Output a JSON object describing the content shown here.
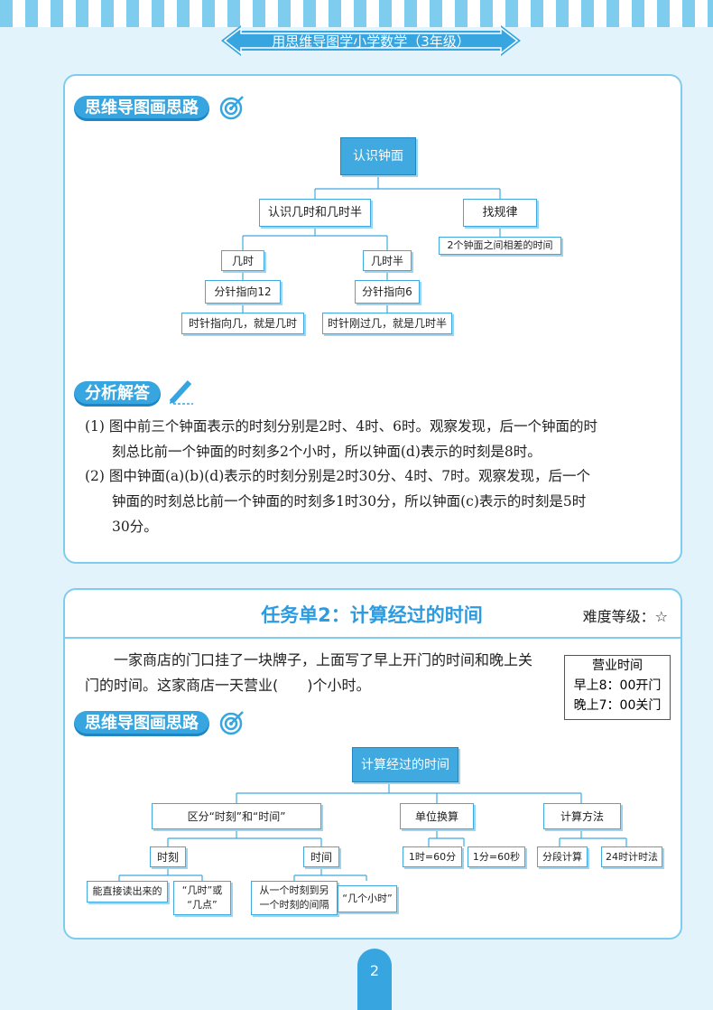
{
  "header": {
    "title": "用思维导图学小学数学（3年级）"
  },
  "section1": {
    "mindmap_heading": "思维导图画思路",
    "tree": {
      "root": "认识钟面",
      "branch1": "认识几时和几时半",
      "branch2": "找规律",
      "branch2_child": "2个钟面之间相差的时间",
      "sub1": "几时",
      "sub1_child": "分针指向12",
      "sub1_leaf": "时针指向几，就是几时",
      "sub2": "几时半",
      "sub2_child": "分针指向6",
      "sub2_leaf": "时针刚过几，就是几时半"
    },
    "analysis_heading": "分析解答",
    "answer1_line1": "(1) 图中前三个钟面表示的时刻分别是2时、4时、6时。观察发现，后一个钟面的时",
    "answer1_line2": "刻总比前一个钟面的时刻多2个小时，所以钟面(d)表示的时刻是8时。",
    "answer2_line1": "(2) 图中钟面(a)(b)(d)表示的时刻分别是2时30分、4时、7时。观察发现，后一个",
    "answer2_line2": "钟面的时刻总比前一个钟面的时刻多1时30分，所以钟面(c)表示的时刻是5时",
    "answer2_line3": "30分。"
  },
  "section2": {
    "task_title": "任务单2：计算经过的时间",
    "difficulty": "难度等级：☆",
    "problem_line1": "一家商店的门口挂了一块牌子，上面写了早上开门的时间和晚上关",
    "problem_line2": "门的时间。这家商店一天营业(　　)个小时。",
    "hours_box": {
      "title": "营业时间",
      "open": "早上8：00开门",
      "close": "晚上7：00关门"
    },
    "mindmap_heading": "思维导图画思路",
    "tree": {
      "root": "计算经过的时间",
      "branch1": "区分“时刻”和“时间”",
      "branch2": "单位换算",
      "branch3": "计算方法",
      "b1_sub1": "时刻",
      "b1_sub2": "时间",
      "b1_sub1_leaf1": "能直接读出来的",
      "b1_sub1_leaf2a": "“几时”或",
      "b1_sub1_leaf2b": "“几点”",
      "b1_sub2_leaf1a": "从一个时刻到另",
      "b1_sub2_leaf1b": "一个时刻的间隔",
      "b1_sub2_leaf2": "“几个小时”",
      "b2_leaf1": "1时=60分",
      "b2_leaf2": "1分=60秒",
      "b3_leaf1": "分段计算",
      "b3_leaf2": "24时计时法"
    }
  },
  "page_number": "2",
  "colors": {
    "accent": "#36a5e0",
    "border": "#7fcdee",
    "title": "#2c9be0"
  }
}
